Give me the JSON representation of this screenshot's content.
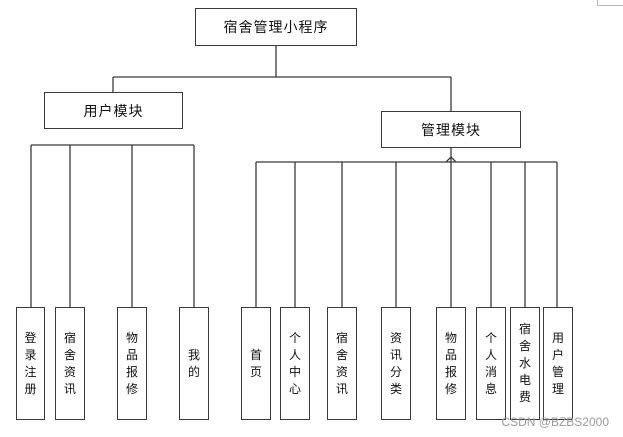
{
  "diagram": {
    "root": "宿舍管理小程序",
    "branches": [
      {
        "label": "用户模块",
        "children": [
          "登录注册",
          "宿舍资讯",
          "物品报修",
          "我的"
        ]
      },
      {
        "label": "管理模块",
        "children": [
          "首页",
          "个人中心",
          "宿舍资讯",
          "资讯分类",
          "物品报修",
          "个人消息",
          "宿舍水电费",
          "用户管理"
        ]
      }
    ]
  },
  "watermark": "CSDN @BZBS2000"
}
